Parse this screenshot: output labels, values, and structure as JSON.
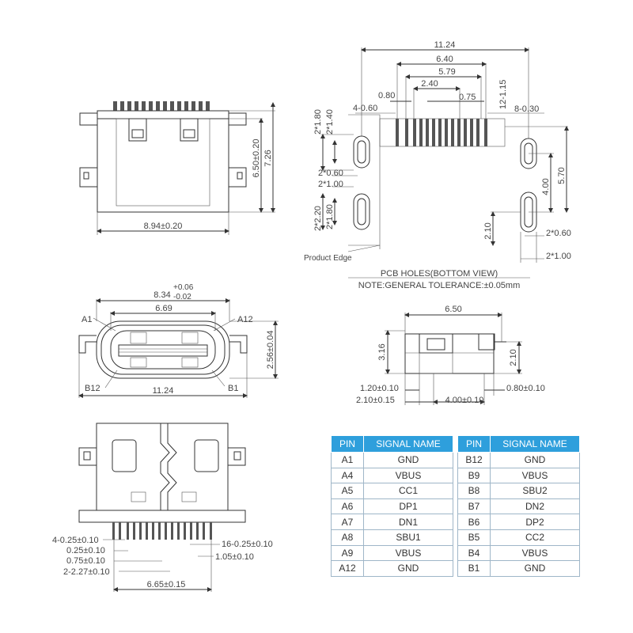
{
  "views": {
    "side": {
      "height": "7.26",
      "body_height": "6.50±0.20",
      "width": "8.94±0.20"
    },
    "pcb": {
      "dims": [
        "11.24",
        "6.40",
        "5.79",
        "2.40",
        "0.80",
        "0.75",
        "4-0.60",
        "12-1.15",
        "8-0.30",
        "2*1.80",
        "2*1.40",
        "2*0.60",
        "2*1.00",
        "2*2.20",
        "2*1.80",
        "4.00",
        "5.70",
        "2.10",
        "2*0.60",
        "2*1.00"
      ],
      "product_edge": "Product Edge",
      "title": "PCB HOLES(BOTTOM VIEW)",
      "note": "NOTE:GENERAL TOLERANCE:±0.05mm"
    },
    "front": {
      "outer": "8.34",
      "tol_plus": "+0.06",
      "tol_minus": "-0.02",
      "inner": "6.69",
      "height": "2.56±0.04",
      "width": "11.24",
      "labels": [
        "A1",
        "A12",
        "B12",
        "B1"
      ]
    },
    "edge": {
      "width": "6.50",
      "height": "3.16",
      "right_h": "2.10",
      "d1": "1.20±0.10",
      "d2": "2.10±0.15",
      "d3": "4.00±0.10",
      "d4": "0.80±0.10"
    },
    "top": {
      "dims": [
        "4-0.25±0.10",
        "0.25±0.10",
        "0.75±0.10",
        "2-2.27±0.10",
        "6.65±0.15",
        "16-0.25±0.10",
        "1.05±0.10"
      ]
    }
  },
  "pin_tables": {
    "headers": [
      "PIN",
      "SIGNAL NAME"
    ],
    "left": [
      [
        "A1",
        "GND"
      ],
      [
        "A4",
        "VBUS"
      ],
      [
        "A5",
        "CC1"
      ],
      [
        "A6",
        "DP1"
      ],
      [
        "A7",
        "DN1"
      ],
      [
        "A8",
        "SBU1"
      ],
      [
        "A9",
        "VBUS"
      ],
      [
        "A12",
        "GND"
      ]
    ],
    "right": [
      [
        "B12",
        "GND"
      ],
      [
        "B9",
        "VBUS"
      ],
      [
        "B8",
        "SBU2"
      ],
      [
        "B7",
        "DN2"
      ],
      [
        "B6",
        "DP2"
      ],
      [
        "B5",
        "CC2"
      ],
      [
        "B4",
        "VBUS"
      ],
      [
        "B1",
        "GND"
      ]
    ],
    "header_color": "#2e9fdc"
  }
}
